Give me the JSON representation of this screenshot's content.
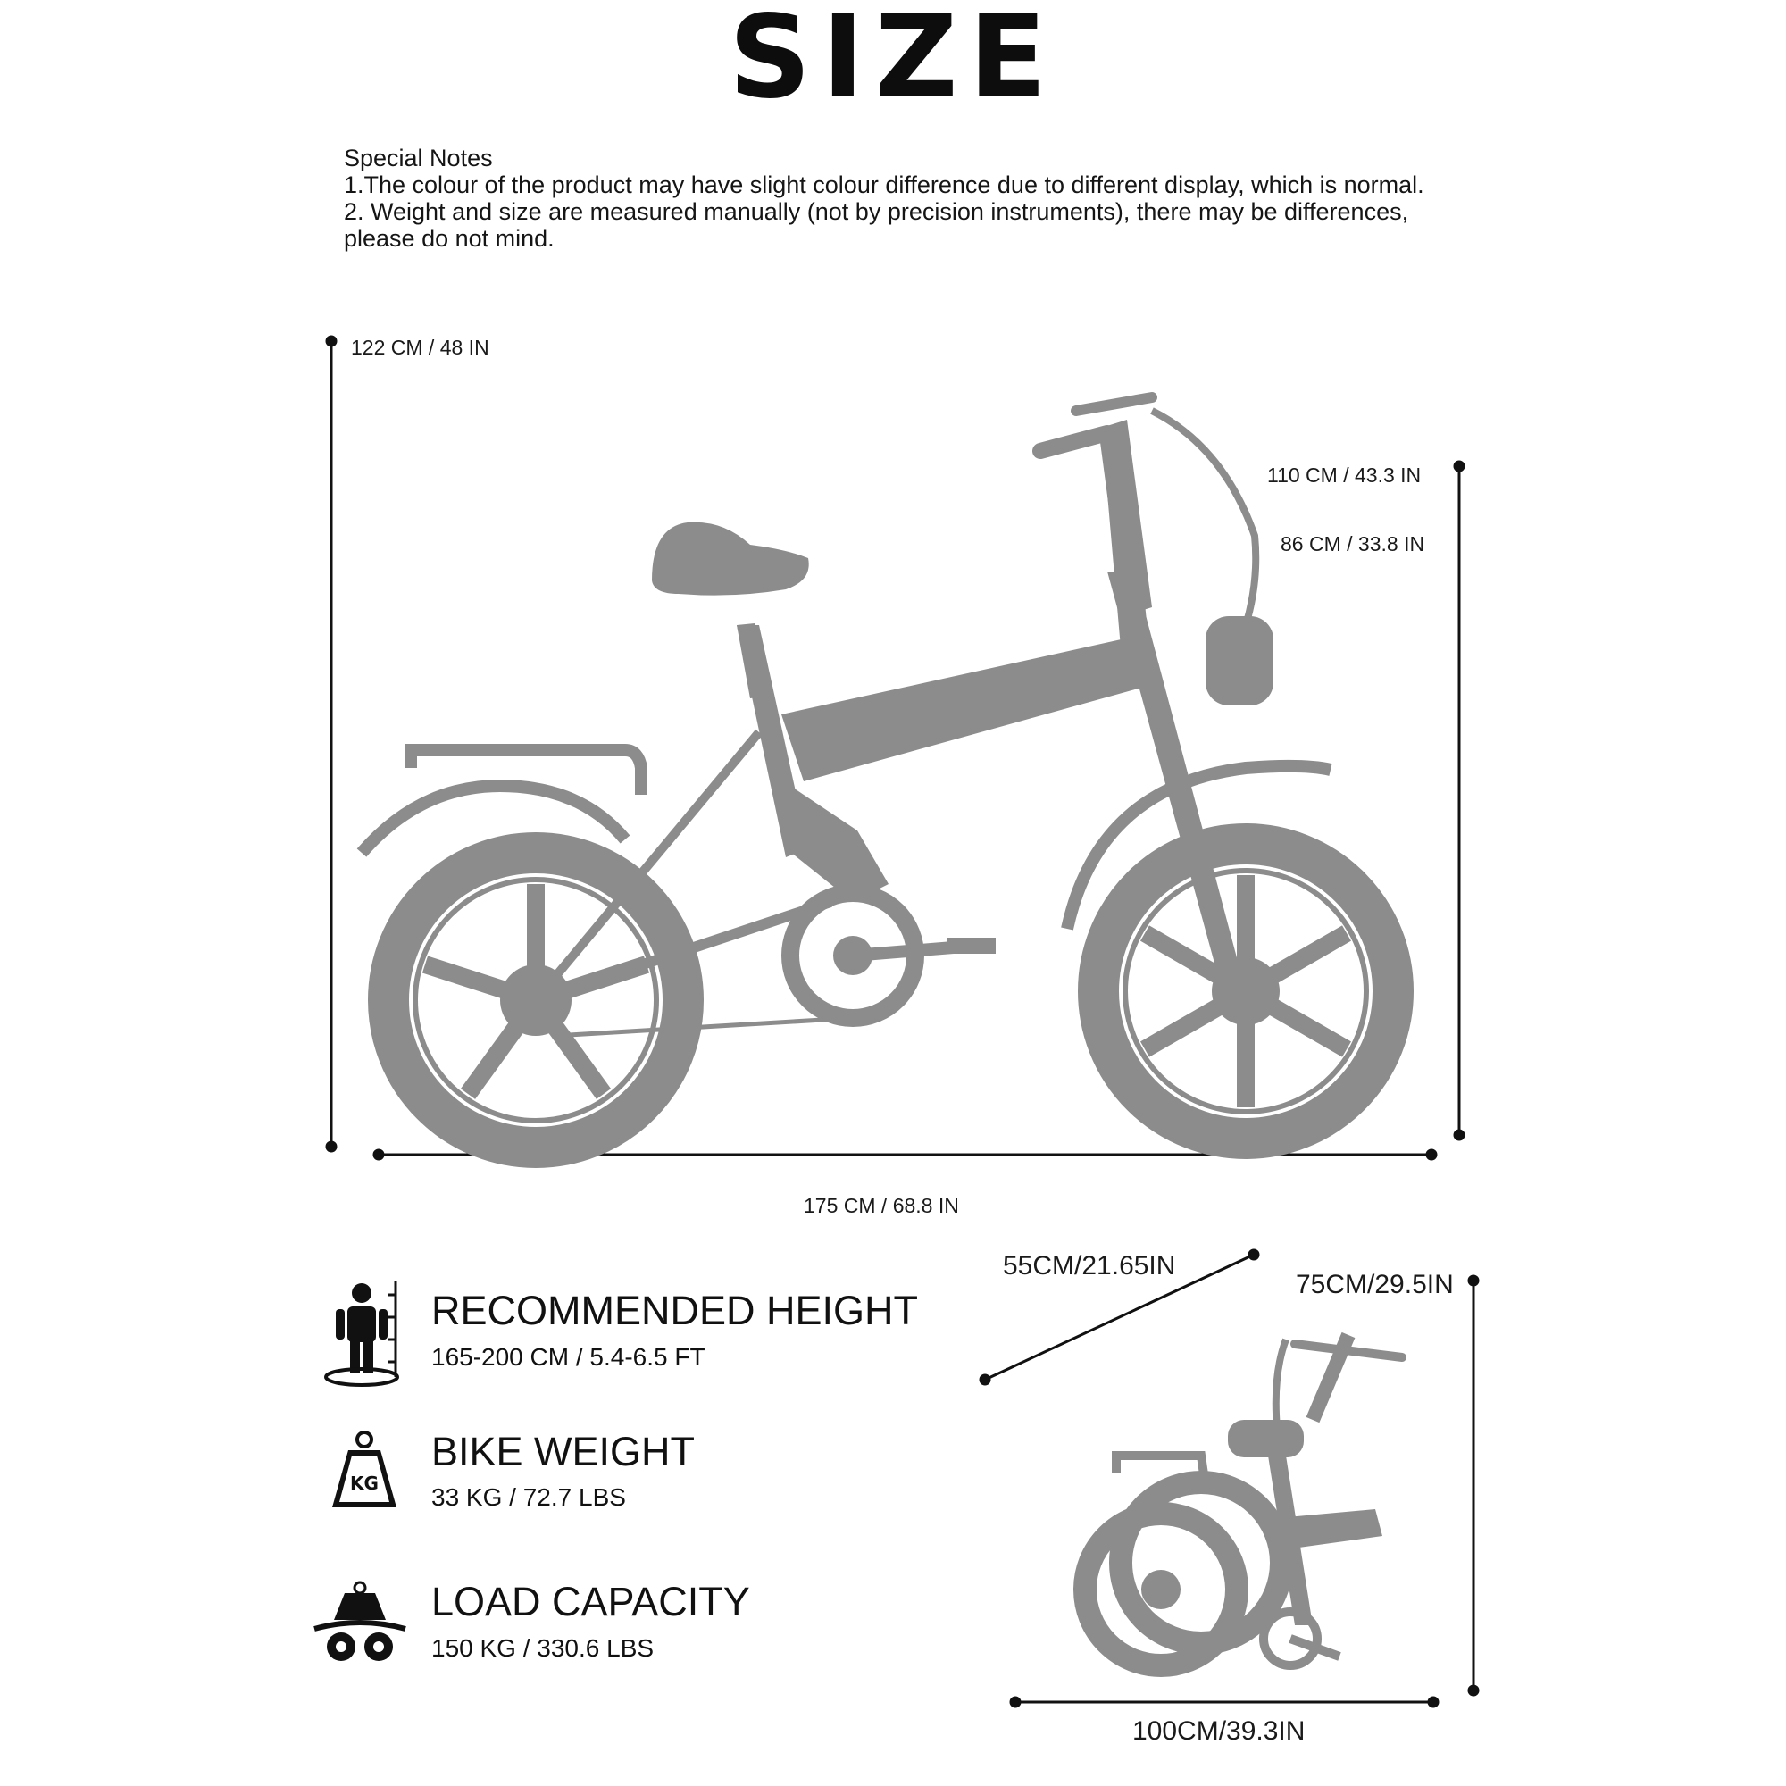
{
  "title": "SIZE",
  "notes": {
    "heading": "Special Notes",
    "line1": "1.The colour of the product may have slight colour difference due to different display, which is normal.",
    "line2": "2. Weight and size are measured manually (not by precision instruments), there may be differences,",
    "line3": "please do not mind."
  },
  "dimensions": {
    "total_height": "122 CM / 48 IN",
    "handlebar_height": "110 CM / 43.3 IN",
    "seat_height": "86 CM / 33.8 IN",
    "length": "175 CM / 68.8 IN",
    "folded_width": "55CM/21.65IN",
    "folded_height": "75CM/29.5IN",
    "folded_length": "100CM/39.3IN"
  },
  "specs": [
    {
      "title": "RECOMMENDED HEIGHT",
      "value": "165-200 CM / 5.4-6.5 FT",
      "icon": "person-height-icon"
    },
    {
      "title": "BIKE WEIGHT",
      "value": "33 KG / 72.7 LBS",
      "icon": "weight-kg-icon",
      "icon_text": "KG"
    },
    {
      "title": "LOAD CAPACITY",
      "value": "150 KG / 330.6 LBS",
      "icon": "load-capacity-icon"
    }
  ],
  "colors": {
    "bike": "#8c8c8c",
    "text": "#111111",
    "lines": "#111111"
  }
}
